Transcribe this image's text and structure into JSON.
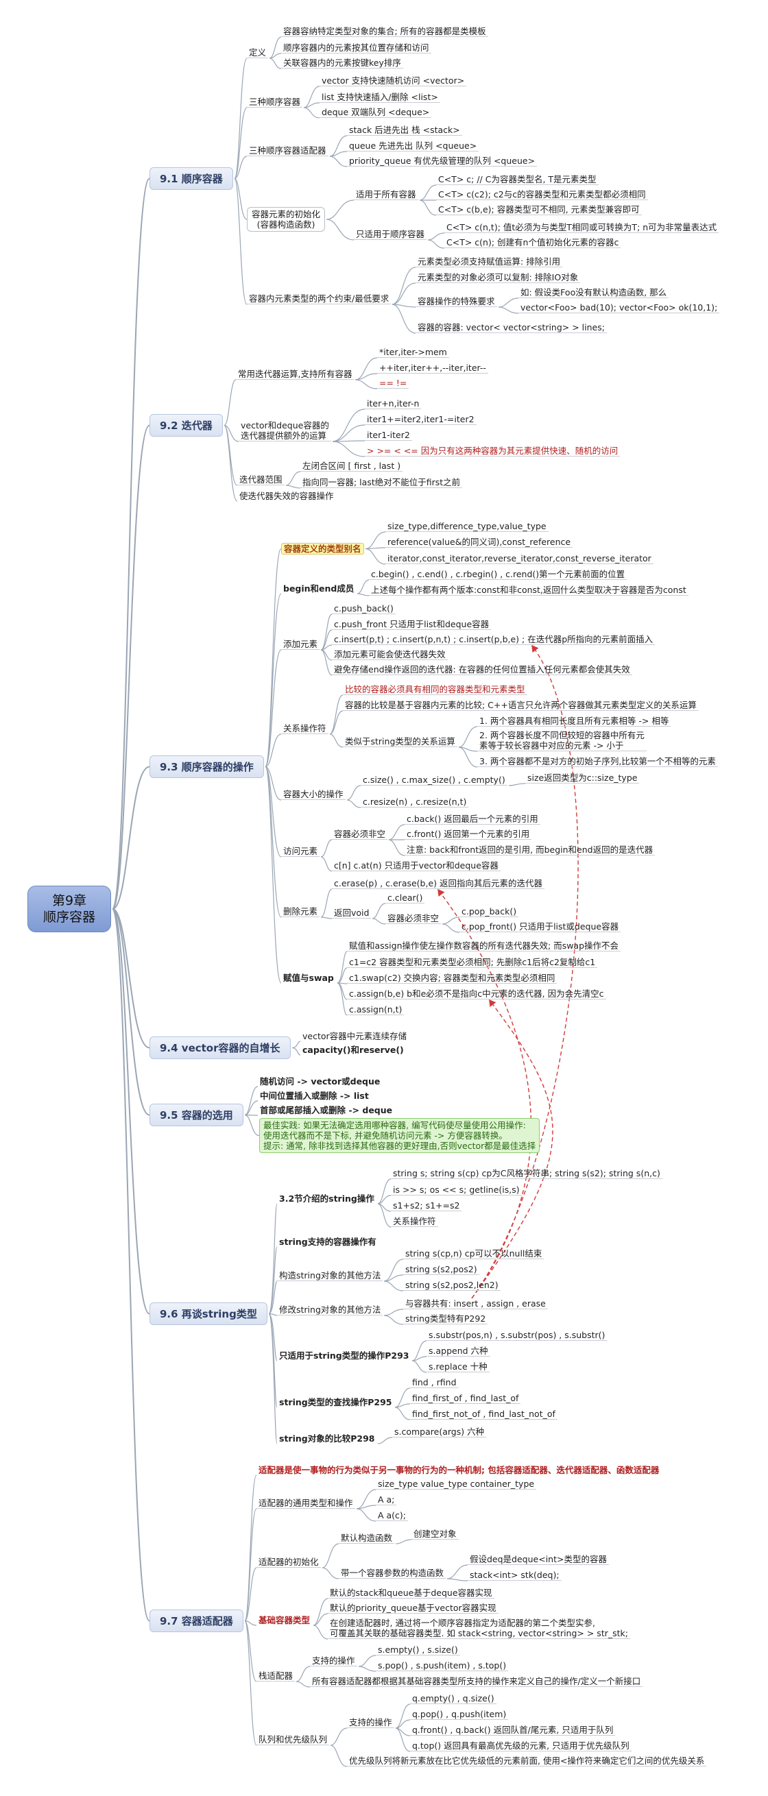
{
  "root": {
    "title": "第9章\n顺序容器"
  },
  "sections": {
    "s91": "9.1 顺序容器",
    "s92": "9.2 迭代器",
    "s93": "9.3 顺序容器的操作",
    "s94": "9.4 vector容器的自增长",
    "s95": "9.5 容器的选用",
    "s96": "9.6 再谈string类型",
    "s97": "9.7 容器适配器"
  },
  "s91": {
    "def": "定义",
    "def1": "容器容纳特定类型对象的集合; 所有的容器都是类模板",
    "def2": "顺序容器内的元素按其位置存储和访问",
    "def3": "关联容器内的元素按键key排序",
    "seq": "三种顺序容器",
    "seq1": "vector 支持快速随机访问 <vector>",
    "seq2": "list 支持快速插入/删除 <list>",
    "seq3": "deque 双端队列 <deque>",
    "adp": "三种顺序容器适配器",
    "adp1": "stack 后进先出 栈 <stack>",
    "adp2": "queue 先进先出 队列 <queue>",
    "adp3": "priority_queue 有优先级管理的队列 <queue>",
    "init": "容器元素的初始化\n(容器构造函数)",
    "all": "适用于所有容器",
    "all1": "C<T> c; // C为容器类型名, T是元素类型",
    "all2": "C<T> c(c2); c2与c的容器类型和元素类型都必须相同",
    "all3": "C<T> c(b,e); 容器类型可不相同, 元素类型兼容即可",
    "seqonly": "只适用于顺序容器",
    "so1": "C<T> c(n,t); 值t必须为与类型T相同或可转换为T; n可为非常量表达式",
    "so2": "C<T> c(n); 创建有n个值初始化元素的容器c",
    "req": "容器内元素类型的两个约束/最低要求",
    "req1": "元素类型必须支持赋值运算: 排除引用",
    "req2": "元素类型的对象必须可以复制: 排除IO对象",
    "req3": "容器操作的特殊要求",
    "req3a": "如: 假设类Foo没有默认构造函数, 那么",
    "req3b": "vector<Foo> bad(10); vector<Foo> ok(10,1);",
    "req4": "容器的容器: vector< vector<string> > lines;"
  },
  "s92": {
    "common": "常用迭代器运算,支持所有容器",
    "c1": "*iter,iter->mem",
    "c2": "++iter,iter++,--iter,iter--",
    "c3": "==  !=",
    "vd": "vector和deque容器的\n迭代器提供额外的运算",
    "v1": "iter+n,iter-n",
    "v2": "iter1+=iter2,iter1-=iter2",
    "v3": "iter1-iter2",
    "v4": "> >= < <= 因为只有这两种容器为其元素提供快速、随机的访问",
    "range": "迭代器范围",
    "r1": "左闭合区间 [ first , last )",
    "r2": "指向同一容器; last绝对不能位于first之前",
    "inval": "使迭代器失效的容器操作"
  },
  "s93": {
    "alias": "容器定义的类型别名",
    "a1": "size_type,difference_type,value_type",
    "a2": "reference(value&的同义词),const_reference",
    "a3": "iterator,const_iterator,reverse_iterator,const_reverse_iterator",
    "beginend": "begin和end成员",
    "b1": "c.begin() , c.end() , c.rbegin() , c.rend()第一个元素前面的位置",
    "b2": "上述每个操作都有两个版本:const和非const,返回什么类型取决于容器是否为const",
    "add": "添加元素",
    "ad1": "c.push_back()",
    "ad2": "c.push_front 只适用于list和deque容器",
    "ad3": "c.insert(p,t) ; c.insert(p,n,t) ; c.insert(p,b,e) ; 在迭代器p所指向的元素前面插入",
    "ad4": "添加元素可能会使迭代器失效",
    "ad5": "避免存储end操作返回的迭代器: 在容器的任何位置插入任何元素都会使其失效",
    "rel": "关系操作符",
    "rl1": "比较的容器必须具有相同的容器类型和元素类型",
    "rl2": "容器的比较是基于容器内元素的比较; C++语言只允许两个容器做其元素类型定义的关系运算",
    "rlstr": "类似于string类型的关系运算",
    "rs1": "1. 两个容器具有相同长度且所有元素相等 -> 相等",
    "rs2": "2. 两个容器长度不同但较短的容器中所有元\n素等于较长容器中对应的元素 -> 小于",
    "rs3": "3. 两个容器都不是对方的初始子序列,比较第一个不相等的元素",
    "size": "容器大小的操作",
    "sz1": "c.size() , c.max_size() , c.empty()",
    "sz1b": "size返回类型为c::size_type",
    "sz2": "c.resize(n) , c.resize(n,t)",
    "acc": "访问元素",
    "ac_ne": "容器必须非空",
    "ac1": "c.back() 返回最后一个元素的引用",
    "ac2": "c.front() 返回第一个元素的引用",
    "ac3": "注意: back和front返回的是引用, 而begin和end返回的是迭代器",
    "ac4": "c[n] c.at(n) 只适用于vector和deque容器",
    "del": "删除元素",
    "dl1": "c.erase(p) , c.erase(b,e) 返回指向其后元素的迭代器",
    "dl_void": "返回void",
    "dl2": "c.clear()",
    "dl_ne": "容器必须非空",
    "dl3": "c.pop_back()",
    "dl4": "c.pop_front() 只适用于list或deque容器",
    "swap": "赋值与swap",
    "sw1": "赋值和assign操作使左操作数容器的所有迭代器失效; 而swap操作不会",
    "sw2": "c1=c2 容器类型和元素类型必须相同; 先删除c1后将c2复制给c1",
    "sw3": "c1.swap(c2) 交换内容; 容器类型和元素类型必须相同",
    "sw4": "c.assign(b,e) b和e必须不是指向c中元素的迭代器, 因为会先清空c",
    "sw5": "c.assign(n,t)"
  },
  "s94": {
    "l1": "vector容器中元素连续存储",
    "l2": "capacity()和reserve()"
  },
  "s95": {
    "l1": "随机访问 -> vector或deque",
    "l2": "中间位置插入或删除 -> list",
    "l3": "首部或尾部插入或删除 -> deque",
    "tip": "最佳实践: 如果无法确定选用哪种容器, 编写代码使尽量使用公用操作:\n使用迭代器而不是下标, 并避免随机访问元素 -> 方便容器转换。\n提示: 通常, 除非找到选择其他容器的更好理由,否则vector都是最佳选择"
  },
  "s96": {
    "ops32": "3.2节介绍的string操作",
    "o1": "string s; string s(cp) cp为C风格字符串; string s(s2); string s(n,c)",
    "o2": "is >> s; os << s; getline(is,s)",
    "o3": "s1+s2; s1+=s2",
    "o4": "关系操作符",
    "support": "string支持的容器操作有",
    "ctor": "构造string对象的其他方法",
    "ct1": "string s(cp,n) cp可以不以null结束",
    "ct2": "string s(s2,pos2)",
    "ct3": "string s(s2,pos2,len2)",
    "mod": "修改string对象的其他方法",
    "md1": "与容器共有: insert , assign , erase",
    "md2": "string类型特有P292",
    "only": "只适用于string类型的操作P293",
    "on1": "s.substr(pos,n) , s.substr(pos) , s.substr()",
    "on2": "s.append 六种",
    "on3": "s.replace 十种",
    "find": "string类型的查找操作P295",
    "fd1": "find , rfind",
    "fd2": "find_first_of , find_last_of",
    "fd3": "find_first_not_of , find_last_not_of",
    "cmp": "string对象的比较P298",
    "cm1": "s.compare(args) 六种"
  },
  "s97": {
    "head": "适配器是使一事物的行为类似于另一事物的行为的一种机制; 包括容器适配器、迭代器适配器、函数适配器",
    "types": "适配器的通用类型和操作",
    "t1": "size_type   value_type   container_type",
    "t2": "A a;",
    "t3": "A a(c);",
    "init": "适配器的初始化",
    "in_def": "默认构造函数",
    "in_def1": "创建空对象",
    "in_par": "带一个容器参数的构造函数",
    "in_par1": "假设deq是deque<int>类型的容器",
    "in_par2": "stack<int> stk(deq);",
    "base": "基础容器类型",
    "bs1": "默认的stack和queue基于deque容器实现",
    "bs2": "默认的priority_queue基于vector容器实现",
    "bs3": "在创建适配器时, 通过将一个顺序容器指定为适配器的第二个类型实参,\n可覆盖其关联的基础容器类型. 如 stack<string, vector<string> > str_stk;",
    "stack": "栈适配器",
    "st_ops": "支持的操作",
    "st1": "s.empty() , s.size()",
    "st2": "s.pop() , s.push(item) , s.top()",
    "st3": "所有容器适配器都根据其基础容器类型所支持的操作来定义自己的操作/定义一个新接口",
    "queue": "队列和优先级队列",
    "q_ops": "支持的操作",
    "q1": "q.empty() , q.size()",
    "q2": "q.pop() , q.push(item)",
    "q3": "q.front() , q.back() 返回队首/尾元素, 只适用于队列",
    "q4": "q.top() 返回具有最高优先级的元素, 只适用于优先级队列",
    "q5": "优先级队列将新元素放在比它优先级低的元素前面, 使用<操作符来确定它们之间的优先级关系"
  },
  "colors": {
    "branch": "#9aa5b4",
    "red": "#b02020",
    "arrow": "#d23a3a",
    "section_border": "#b7c5df"
  }
}
